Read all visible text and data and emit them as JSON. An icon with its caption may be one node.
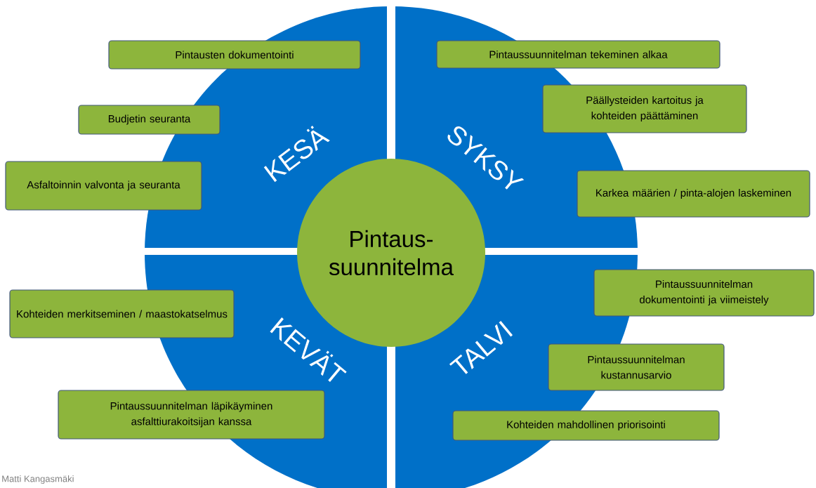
{
  "diagram": {
    "nodes": [
      {
        "text": [
          "Pintaus- suunnitelma"
        ]
      },
      {
        "text": [
          "Pintausten dokumentointi"
        ]
      },
      {
        "text": [
          "Budjetin seuranta"
        ]
      },
      {
        "text": [
          "Asfaltoinnin valvonta ja seuranta"
        ]
      },
      {
        "text": [
          "Kohteiden merkitseminen / maastokatselmus"
        ]
      },
      {
        "text": [
          "Pintaussuunnitelman läpikäyminen asfalttiurakoitsijan kanssa"
        ]
      },
      {
        "text": [
          "Pintaussuunnitelman tekeminen alkaa"
        ]
      },
      {
        "text": [
          "Päällysteiden kartoitus ja kohteiden päättäminen"
        ]
      },
      {
        "text": [
          "Karkea määrien / pinta-alojen laskeminen"
        ]
      },
      {
        "text": [
          "Pintaussuunnitelman dokumentointi ja viimeistely"
        ]
      },
      {
        "text": [
          "Pintaussuunnitelman kustannusarvio"
        ]
      },
      {
        "text": [
          "Kohteiden mahdollinen priorisointi"
        ]
      }
    ],
    "labels": [
      "KESÄ",
      "SYKSY",
      "KEVÄT",
      "TALVI",
      "Matti Kangasmäki"
    ]
  }
}
